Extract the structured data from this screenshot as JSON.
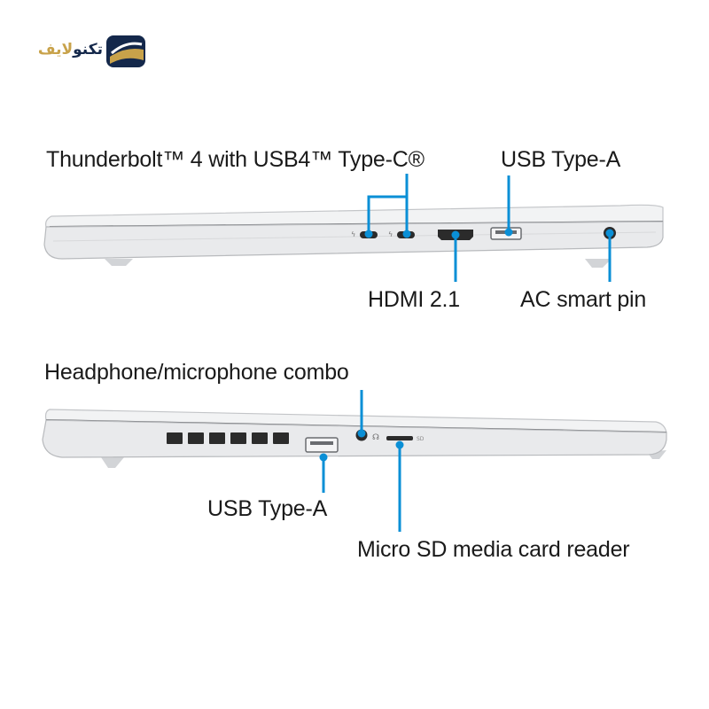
{
  "logo": {
    "name_main": "تکنو",
    "name_accent": "لایف",
    "brand_navy": "#14284b",
    "brand_gold": "#c8a24a"
  },
  "colors": {
    "callout": "#0a8fd6",
    "body": "#e9eaec",
    "body_edge": "#b8babd",
    "port": "#2b2b2b"
  },
  "right_side": {
    "label_thunderbolt": "Thunderbolt™ 4 with USB4™ Type-C®",
    "label_usb_a": "USB Type-A",
    "label_hdmi": "HDMI 2.1",
    "label_ac": "AC smart pin"
  },
  "left_side": {
    "label_audio": "Headphone/microphone combo",
    "label_usb_a": "USB Type-A",
    "label_sd": "Micro SD media card reader",
    "sd_mark": "SD"
  }
}
